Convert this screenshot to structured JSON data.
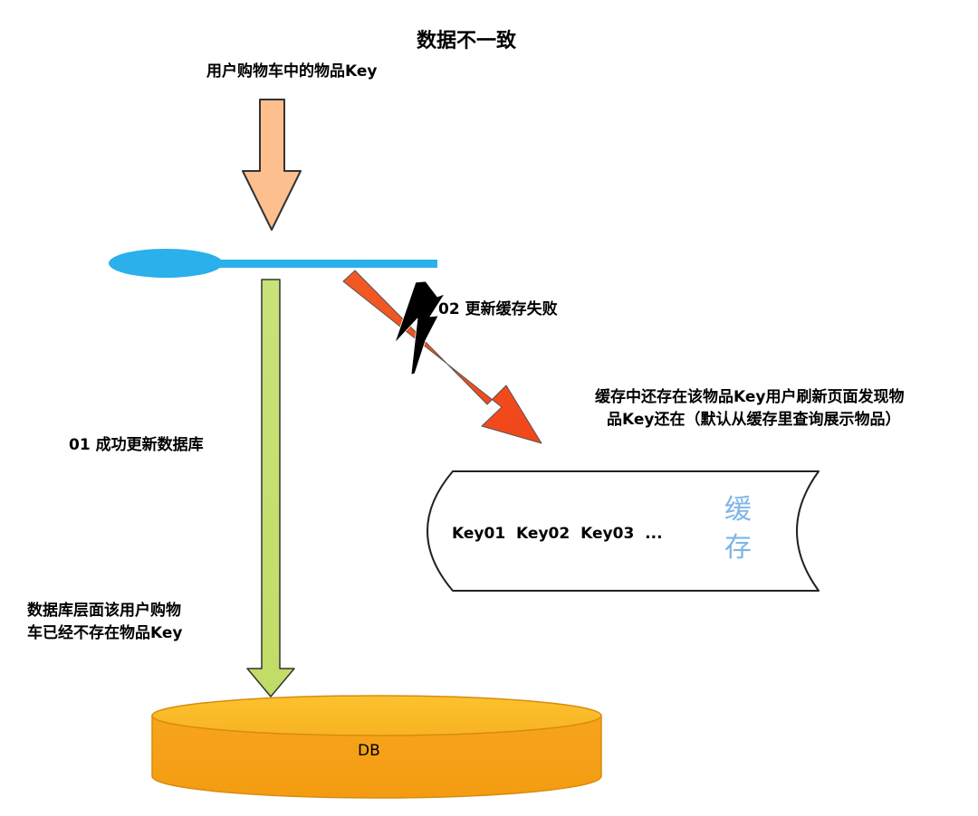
{
  "title": "数据不一致",
  "input": {
    "label": "用户购物车中的物品Key"
  },
  "step1": {
    "label": "01 成功更新数据库"
  },
  "step2": {
    "label": "02 更新缓存失败"
  },
  "cache": {
    "title": "缓存",
    "keys": "Key01  Key02   Key03  ...",
    "note_line1": "缓存中还存在该物品Key用户刷新页面发现物",
    "note_line2": "品Key还在（默认从缓存里查询展示物品）"
  },
  "db": {
    "label": "DB",
    "note_line1": "数据库层面该用户购物",
    "note_line2": "车已经不存在物品Key"
  },
  "colors": {
    "input_arrow": "#fdbf8e",
    "spoon": "#2ab0ea",
    "db_arrow": "#c6e070",
    "cache_arrow": "#f4511e",
    "db_fill": "#f7a51b",
    "cache_text": "#7fb6e8"
  }
}
